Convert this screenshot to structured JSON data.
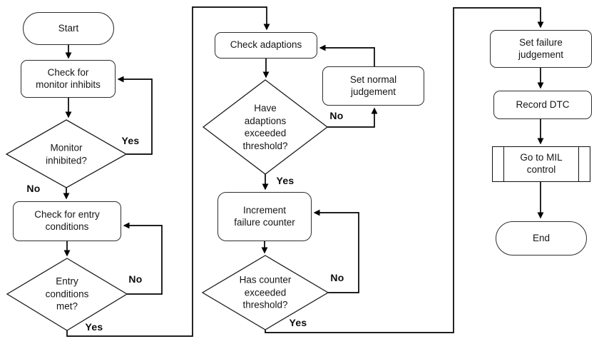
{
  "diagram": {
    "type": "flowchart",
    "background_color": "#ffffff",
    "line_color": "#000000",
    "node_fill": "#ffffff",
    "node_border_color": "#2e2e2e",
    "nodes": {
      "start": {
        "type": "terminator",
        "label": "Start"
      },
      "check_monitor_inhibits": {
        "type": "process",
        "label": "Check for\nmonitor inhibits"
      },
      "monitor_inhibited": {
        "type": "decision",
        "label": "Monitor\ninhibited?"
      },
      "check_entry_conditions": {
        "type": "process",
        "label": "Check for entry\nconditions"
      },
      "entry_conditions_met": {
        "type": "decision",
        "label": "Entry\nconditions\nmet?"
      },
      "check_adaptions": {
        "type": "process",
        "label": "Check adaptions"
      },
      "have_adaptions_exceeded": {
        "type": "decision",
        "label": "Have\nadaptions\nexceeded\nthreshold?"
      },
      "set_normal_judgement": {
        "type": "process",
        "label": "Set normal\njudgement"
      },
      "increment_failure_counter": {
        "type": "process",
        "label": "Increment\nfailure counter"
      },
      "has_counter_exceeded": {
        "type": "decision",
        "label": "Has counter\nexceeded\nthreshold?"
      },
      "set_failure_judgement": {
        "type": "process",
        "label": "Set failure\njudgement"
      },
      "record_dtc": {
        "type": "process",
        "label": "Record DTC"
      },
      "go_to_mil_control": {
        "type": "predefined-process",
        "label": "Go to MIL\ncontrol"
      },
      "end": {
        "type": "terminator",
        "label": "End"
      }
    },
    "edge_labels": {
      "monitor_inhibited_yes": "Yes",
      "monitor_inhibited_no": "No",
      "entry_conditions_no": "No",
      "entry_conditions_yes": "Yes",
      "have_adaptions_no": "No",
      "have_adaptions_yes": "Yes",
      "has_counter_no": "No",
      "has_counter_yes": "Yes"
    },
    "edges": [
      {
        "from": "Start",
        "to": "Check for monitor inhibits",
        "label": ""
      },
      {
        "from": "Check for monitor inhibits",
        "to": "Monitor inhibited?",
        "label": ""
      },
      {
        "from": "Monitor inhibited?",
        "to": "Check for monitor inhibits",
        "label": "Yes"
      },
      {
        "from": "Monitor inhibited?",
        "to": "Check for entry conditions",
        "label": "No"
      },
      {
        "from": "Check for entry conditions",
        "to": "Entry conditions met?",
        "label": ""
      },
      {
        "from": "Entry conditions met?",
        "to": "Check for entry conditions",
        "label": "No"
      },
      {
        "from": "Entry conditions met?",
        "to": "Check adaptions",
        "label": "Yes"
      },
      {
        "from": "Check adaptions",
        "to": "Have adaptions exceeded threshold?",
        "label": ""
      },
      {
        "from": "Have adaptions exceeded threshold?",
        "to": "Set normal judgement",
        "label": "No"
      },
      {
        "from": "Set normal judgement",
        "to": "Check adaptions",
        "label": ""
      },
      {
        "from": "Have adaptions exceeded threshold?",
        "to": "Increment failure counter",
        "label": "Yes"
      },
      {
        "from": "Increment failure counter",
        "to": "Has counter exceeded threshold?",
        "label": ""
      },
      {
        "from": "Has counter exceeded threshold?",
        "to": "Increment failure counter",
        "label": "No"
      },
      {
        "from": "Has counter exceeded threshold?",
        "to": "Set failure judgement",
        "label": "Yes"
      },
      {
        "from": "Set failure judgement",
        "to": "Record DTC",
        "label": ""
      },
      {
        "from": "Record DTC",
        "to": "Go to MIL control",
        "label": ""
      },
      {
        "from": "Go to MIL control",
        "to": "End",
        "label": ""
      }
    ]
  }
}
